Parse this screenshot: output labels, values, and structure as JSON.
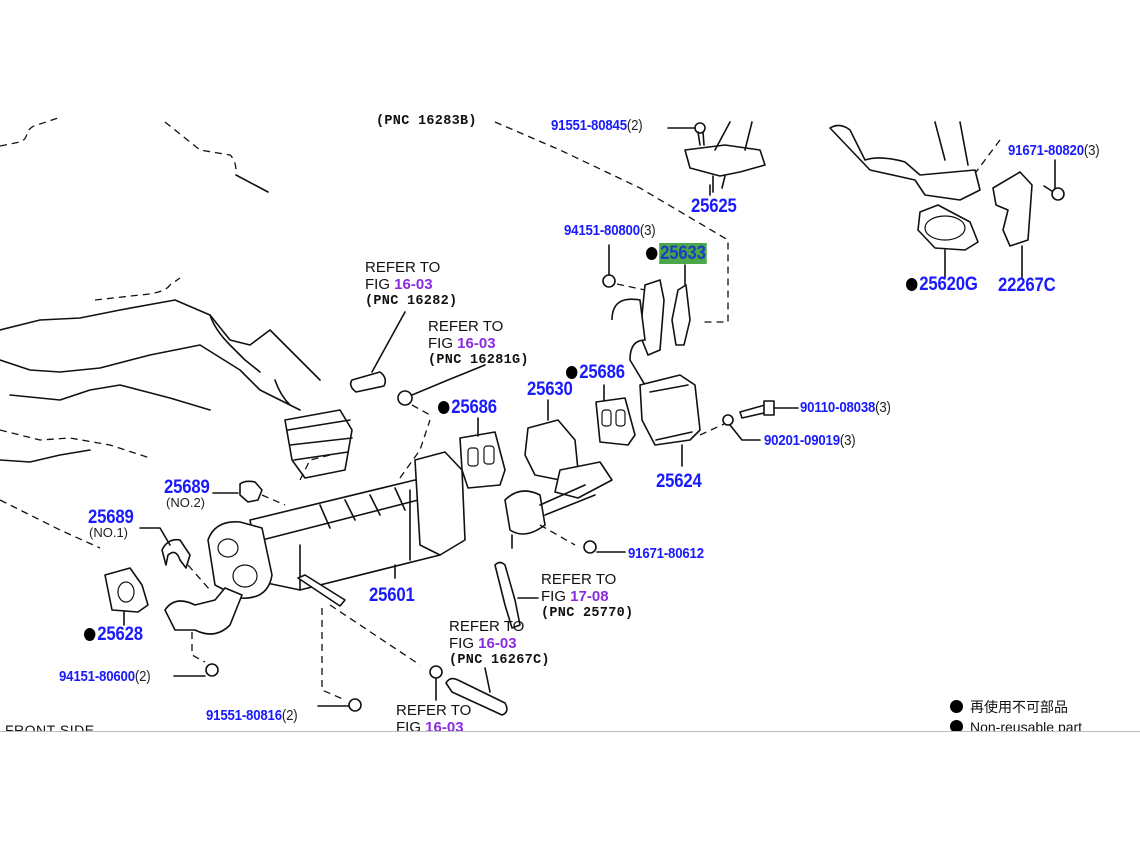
{
  "diagram": {
    "colors": {
      "part_number": "#1a1aff",
      "figure_ref": "#8a2be2",
      "highlight": "#4aa84a",
      "line": "#111111",
      "background": "#ffffff"
    },
    "top_cut_text": "(PNC 16283B)",
    "parts": {
      "p91551_80845": {
        "number": "91551-80845",
        "qty": "(2)"
      },
      "p25625": {
        "number": "25625"
      },
      "p91671_80820": {
        "number": "91671-80820",
        "qty": "(3)"
      },
      "p94151_80800": {
        "number": "94151-80800",
        "qty": "(3)"
      },
      "p25633": {
        "number": "25633",
        "non_reusable": true,
        "highlighted": true
      },
      "p25620G": {
        "number": "25620G",
        "non_reusable": true
      },
      "p22267C": {
        "number": "22267C"
      },
      "p25686a": {
        "number": "25686",
        "non_reusable": true
      },
      "p25686b": {
        "number": "25686",
        "non_reusable": true
      },
      "p25630": {
        "number": "25630"
      },
      "p90110_08038": {
        "number": "90110-08038",
        "qty": "(3)"
      },
      "p90201_09019": {
        "number": "90201-09019",
        "qty": "(3)"
      },
      "p25624": {
        "number": "25624"
      },
      "p25689_no2": {
        "number": "25689",
        "sub": "(NO.2)"
      },
      "p25689_no1": {
        "number": "25689",
        "sub": "(NO.1)"
      },
      "p25601": {
        "number": "25601"
      },
      "p91671_80612": {
        "number": "91671-80612"
      },
      "p25628": {
        "number": "25628",
        "non_reusable": true
      },
      "p94151_80600": {
        "number": "94151-80600",
        "qty": "(2)"
      },
      "p91551_80816": {
        "number": "91551-80816",
        "qty": "(2)"
      }
    },
    "references": [
      {
        "line1": "REFER TO",
        "fig_prefix": "FIG ",
        "fig": "16-03",
        "pnc": "(PNC 16282)"
      },
      {
        "line1": "REFER TO",
        "fig_prefix": "FIG ",
        "fig": "16-03",
        "pnc": "(PNC 16281G)"
      },
      {
        "line1": "REFER TO",
        "fig_prefix": "FIG ",
        "fig": "17-08",
        "pnc": "(PNC 25770)"
      },
      {
        "line1": "REFER TO",
        "fig_prefix": "FIG ",
        "fig": "16-03",
        "pnc": "(PNC 16267C)"
      },
      {
        "line1": "REFER TO",
        "fig_prefix": "FIG ",
        "fig": "16-03"
      }
    ],
    "orientation_label": "FRONT SIDE",
    "legend": {
      "items": [
        {
          "text": "再使用不可部品"
        },
        {
          "text": "Non-reusable part"
        }
      ]
    }
  }
}
